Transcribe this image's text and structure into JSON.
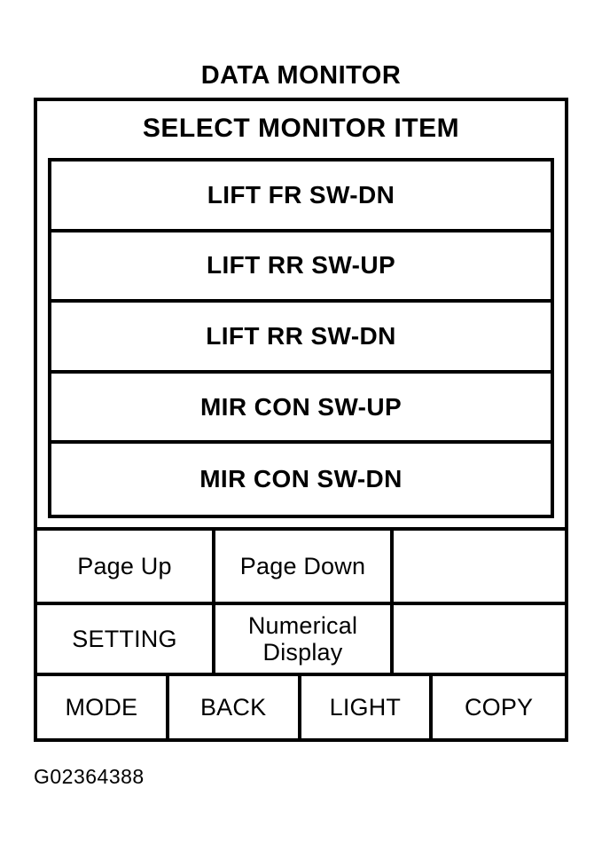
{
  "device": {
    "title": "DATA MONITOR",
    "panel_heading": "SELECT MONITOR ITEM",
    "screen_background": "#ffffff",
    "line_color": "#000000"
  },
  "monitor_items": [
    {
      "label": "LIFT FR SW-DN"
    },
    {
      "label": "LIFT RR SW-UP"
    },
    {
      "label": "LIFT RR SW-DN"
    },
    {
      "label": "MIR CON SW-UP"
    },
    {
      "label": "MIR CON SW-DN"
    }
  ],
  "function_rows": [
    {
      "row_id": "navigation",
      "cells": [
        {
          "label": "Page Up",
          "empty": false
        },
        {
          "label": "Page Down",
          "empty": false
        },
        {
          "label": "",
          "empty": true
        }
      ]
    },
    {
      "row_id": "display-mode",
      "cells": [
        {
          "label": "SETTING",
          "empty": false
        },
        {
          "label": "Numerical\nDisplay",
          "empty": false
        },
        {
          "label": "",
          "empty": true
        }
      ]
    },
    {
      "row_id": "hard-keys",
      "cells": [
        {
          "label": "MODE",
          "empty": false
        },
        {
          "label": "BACK",
          "empty": false
        },
        {
          "label": "LIGHT",
          "empty": false
        },
        {
          "label": "COPY",
          "empty": false
        }
      ]
    }
  ],
  "caption": "G02364388"
}
